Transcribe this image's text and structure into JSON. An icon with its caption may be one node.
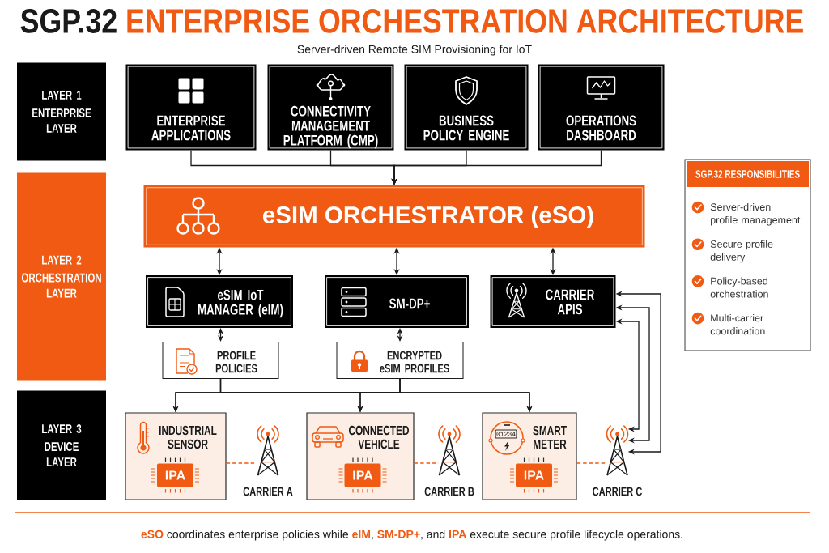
{
  "diagram": {
    "title": "**SGP.32** ENTERPRISE ORCHESTRATION ARCHITECTURE",
    "caption": "**eSO** coordinates enterprise policies while **eIM**, **SM-DP+**, and **IPA** execute secure profile lifecycle operations.",
    "nodes": [
      {
        "text": [
          "LAYER 1",
          "ENTERPRISE LAYER"
        ]
      },
      {
        "text": [
          "ENTERPRISE APPLICATIONS"
        ]
      },
      {
        "text": [
          "CONNECTIVITY MANAGEMENT PLATFORM (CMP)"
        ]
      },
      {
        "text": [
          "BUSINESS POLICY ENGINE"
        ]
      },
      {
        "text": [
          "OPERATIONS DASHBOARD"
        ]
      },
      {
        "text": [
          "SGP.32 RESPONSIBILITIES",
          "Server-driven profile management",
          "Secure profile delivery",
          "Policy-based orchestration",
          "Multi-carrier coordination"
        ]
      },
      {
        "text": [
          "LAYER 2",
          "ORCHESTRATION LAYER"
        ]
      },
      {
        "text": [
          "eSIM ORCHESTRATOR (eSO)"
        ]
      },
      {
        "text": [
          "eSIM IoT MANAGER (eIM)"
        ]
      },
      {
        "text": [
          "SM-DP+"
        ]
      },
      {
        "text": [
          "CARRIER APIS"
        ]
      },
      {
        "text": [
          "PROFILE POLICIES"
        ]
      },
      {
        "text": [
          "ENCRYPTED eSIM PROFILES"
        ]
      },
      {
        "text": [
          "LAYER 3",
          "DEVICE LAYER"
        ]
      },
      {
        "text": [
          "INDUSTRIAL SENSOR"
        ]
      },
      {
        "text": [
          "IPA"
        ],
        "in": 14
      },
      {
        "text": [],
        "shape": "picture",
        "beside": [
          "CARRIER A"
        ]
      },
      {
        "text": [
          "CONNECTED VEHICLE"
        ]
      },
      {
        "text": [
          "IPA"
        ],
        "in": 17
      },
      {
        "text": [],
        "shape": "picture",
        "beside": [
          "CARRIER B"
        ]
      },
      {
        "text": [
          "SMART METER"
        ]
      },
      {
        "text": [
          "IPA"
        ],
        "in": 20
      },
      {
        "text": [],
        "shape": "picture",
        "beside": [
          "CARRIER C"
        ]
      }
    ],
    "edges": [
      {
        "from": 1,
        "to": 7,
        "arrow": "to"
      },
      {
        "from": 2,
        "to": 7,
        "arrow": "to"
      },
      {
        "from": 3,
        "to": 7,
        "arrow": "to"
      },
      {
        "from": 4,
        "to": 7,
        "arrow": "to"
      },
      {
        "from": 7,
        "to": 8,
        "arrow": "both"
      },
      {
        "from": 7,
        "to": 9,
        "arrow": "both"
      },
      {
        "from": 7,
        "to": 10,
        "arrow": "both"
      },
      {
        "from": 8,
        "to": 11,
        "arrow": "both"
      },
      {
        "from": 9,
        "to": 12,
        "arrow": "both"
      },
      {
        "from": 11,
        "to": 14,
        "arrow": "to"
      },
      {
        "from": 11,
        "to": 17,
        "arrow": "to"
      },
      {
        "from": 11,
        "to": 20,
        "arrow": "to"
      },
      {
        "from": 12,
        "to": 14,
        "arrow": "to"
      },
      {
        "from": 12,
        "to": 17,
        "arrow": "to"
      },
      {
        "from": 12,
        "to": 20,
        "arrow": "to"
      },
      {
        "from": 14,
        "to": 16,
        "arrow": "none",
        "style": "dashed",
        "color": "#f05a12"
      },
      {
        "from": 17,
        "to": 19,
        "arrow": "none",
        "style": "dashed",
        "color": "#f05a12"
      },
      {
        "from": 20,
        "to": 22,
        "arrow": "none",
        "style": "dashed",
        "color": "#f05a12"
      },
      {
        "from": 10,
        "to": 22,
        "arrow": "both"
      },
      {
        "from": 10,
        "to": 22,
        "arrow": "both"
      },
      {
        "from": 10,
        "to": 22,
        "arrow": "both"
      }
    ],
    "labels": [
      "Server-driven Remote SIM Provisioning for IoT",
      "01234"
    ]
  }
}
